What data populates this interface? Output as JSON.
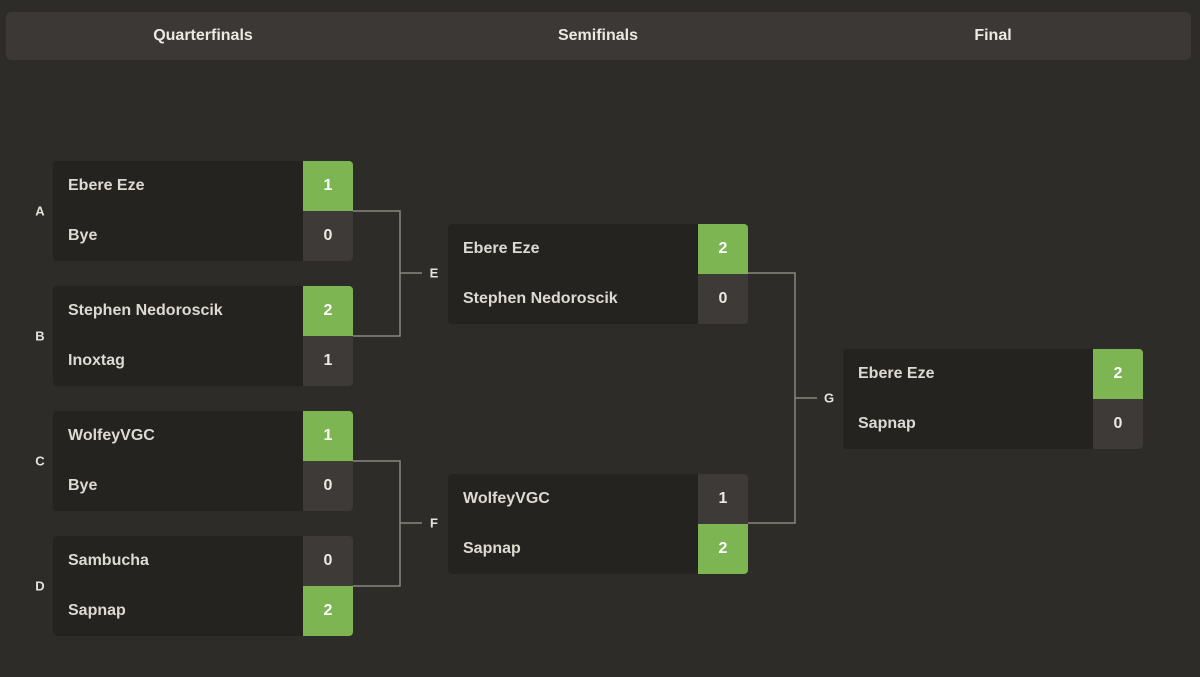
{
  "rounds": {
    "quarterfinals": "Quarterfinals",
    "semifinals": "Semifinals",
    "final": "Final"
  },
  "colors": {
    "background": "#2e2c28",
    "header": "#3b3835",
    "win": "#7cb552",
    "score": "#3d3a37",
    "team_cell": "#252320",
    "connector": "#8a8680"
  },
  "matches": {
    "A": {
      "label": "A",
      "teams": [
        {
          "name": "Ebere Eze",
          "score": "1",
          "winner": true
        },
        {
          "name": "Bye",
          "score": "0",
          "winner": false
        }
      ]
    },
    "B": {
      "label": "B",
      "teams": [
        {
          "name": "Stephen Nedoroscik",
          "score": "2",
          "winner": true
        },
        {
          "name": "Inoxtag",
          "score": "1",
          "winner": false
        }
      ]
    },
    "C": {
      "label": "C",
      "teams": [
        {
          "name": "WolfeyVGC",
          "score": "1",
          "winner": true
        },
        {
          "name": "Bye",
          "score": "0",
          "winner": false
        }
      ]
    },
    "D": {
      "label": "D",
      "teams": [
        {
          "name": "Sambucha",
          "score": "0",
          "winner": false
        },
        {
          "name": "Sapnap",
          "score": "2",
          "winner": true
        }
      ]
    },
    "E": {
      "label": "E",
      "teams": [
        {
          "name": "Ebere Eze",
          "score": "2",
          "winner": true
        },
        {
          "name": "Stephen Nedoroscik",
          "score": "0",
          "winner": false
        }
      ]
    },
    "F": {
      "label": "F",
      "teams": [
        {
          "name": "WolfeyVGC",
          "score": "1",
          "winner": false
        },
        {
          "name": "Sapnap",
          "score": "2",
          "winner": true
        }
      ]
    },
    "G": {
      "label": "G",
      "teams": [
        {
          "name": "Ebere Eze",
          "score": "2",
          "winner": true
        },
        {
          "name": "Sapnap",
          "score": "0",
          "winner": false
        }
      ]
    }
  }
}
